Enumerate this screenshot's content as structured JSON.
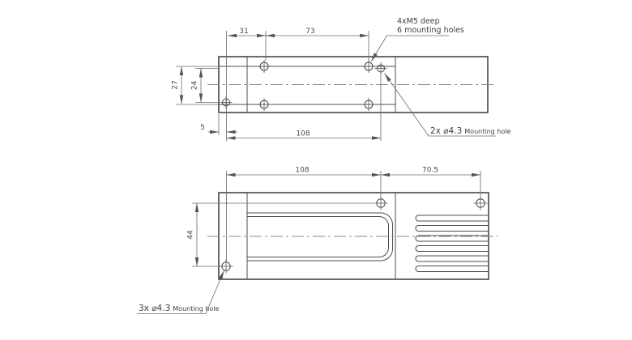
{
  "drawing": {
    "kind": "mechanical-part-orthographic-views",
    "colors": {
      "outline": "#3a3a3a",
      "dimension_lines": "#6b6b6b",
      "centerline": "#8a8a8a",
      "text": "#4a4a4a",
      "background": "#ffffff"
    },
    "top_view": {
      "dim_31": "31",
      "dim_73": "73",
      "dim_27": "27",
      "dim_24": "24",
      "dim_5": "5",
      "dim_108": "108",
      "note_m5_line1": "4xM5 deep",
      "note_m5_line2": "6 mounting holes",
      "note_hole_prefix": "2x ⌀4.3",
      "note_hole_label": "Mounting hole"
    },
    "bottom_view": {
      "dim_108": "108",
      "dim_70_5": "70.5",
      "dim_44": "44",
      "note_hole_prefix": "3x ⌀4.3",
      "note_hole_label": "Mounting hole"
    }
  }
}
